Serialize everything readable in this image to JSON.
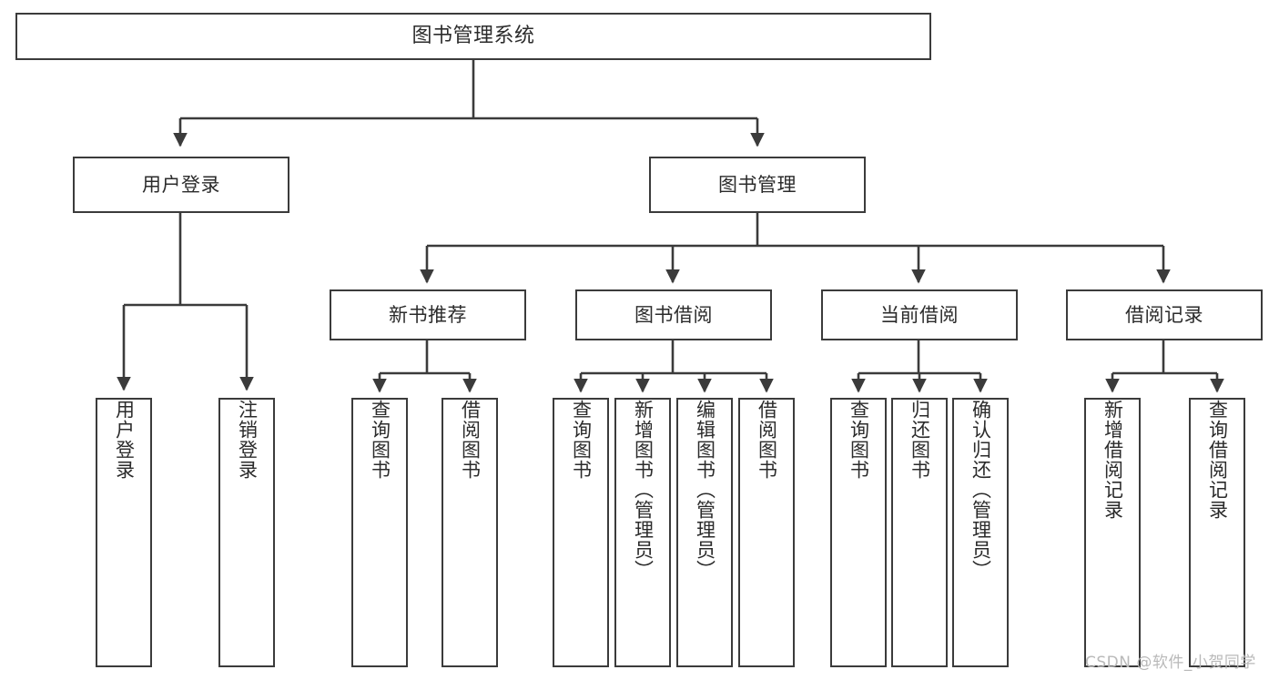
{
  "diagram": {
    "type": "tree-hierarchy",
    "title": "图书管理系统",
    "background_color": "#ffffff",
    "line_color": "#3b3b3b",
    "text_color": "#2b2b2b",
    "nodes": {
      "root": {
        "label": "图书管理系统"
      },
      "level2": [
        {
          "id": "user-login",
          "label": "用户登录"
        },
        {
          "id": "book-management",
          "label": "图书管理"
        }
      ],
      "level3": [
        {
          "id": "new-book-recommend",
          "label": "新书推荐"
        },
        {
          "id": "book-borrow",
          "label": "图书借阅"
        },
        {
          "id": "current-borrow",
          "label": "当前借阅"
        },
        {
          "id": "borrow-record",
          "label": "借阅记录"
        }
      ],
      "leaves": {
        "user_login": [
          {
            "id": "leaf-user-login",
            "label": "用户登录"
          },
          {
            "id": "leaf-logout-login",
            "label": "注销登录"
          }
        ],
        "new_book_recommend": [
          {
            "id": "leaf-query-book-1",
            "label": "查询图书"
          },
          {
            "id": "leaf-borrow-book-1",
            "label": "借阅图书"
          }
        ],
        "book_borrow": [
          {
            "id": "leaf-query-book-2",
            "label": "查询图书"
          },
          {
            "id": "leaf-add-book",
            "label": "新增图书（管理员）"
          },
          {
            "id": "leaf-edit-book",
            "label": "编辑图书（管理员）"
          },
          {
            "id": "leaf-borrow-book-2",
            "label": "借阅图书"
          }
        ],
        "current_borrow": [
          {
            "id": "leaf-query-book-3",
            "label": "查询图书"
          },
          {
            "id": "leaf-return-book",
            "label": "归还图书"
          },
          {
            "id": "leaf-confirm-return",
            "label": "确认归还（管理员）"
          }
        ],
        "borrow_record": [
          {
            "id": "leaf-add-record",
            "label": "新增借阅记录"
          },
          {
            "id": "leaf-query-record",
            "label": "查询借阅记录"
          }
        ]
      }
    },
    "watermark": "CSDN @软件_小贺同学"
  }
}
